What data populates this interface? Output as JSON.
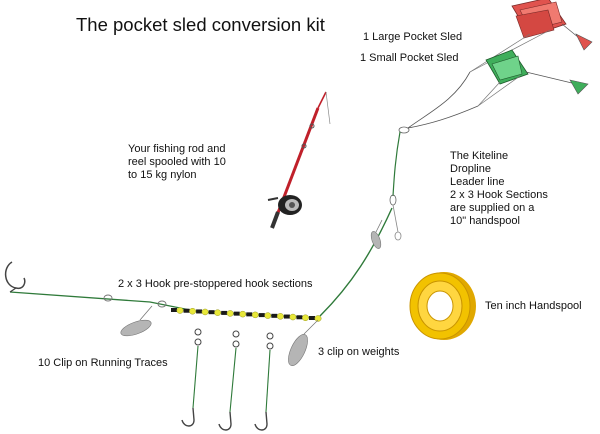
{
  "title": "The pocket sled conversion kit",
  "labels": {
    "large_sled": "1 Large Pocket Sled",
    "small_sled": "1 Small Pocket Sled",
    "rod_lines": [
      "Your fishing rod and",
      "reel spooled with 10",
      "to 15 kg nylon"
    ],
    "kiteline_lines": [
      "The Kiteline",
      "Dropline",
      "Leader line",
      "2 x 3 Hook Sections",
      "are supplied on a",
      "10\" handspool"
    ],
    "hook_sections": "2 x 3 Hook pre-stoppered hook sections",
    "handspool": "Ten inch Handspool",
    "weights": "3 clip on weights",
    "traces": "10 Clip on Running Traces"
  },
  "colors": {
    "line_green": "#2f7a3a",
    "sled_red": "#e0534e",
    "sled_green": "#3fae5b",
    "rod_red": "#c0202a",
    "bead_yellow": "#e8e83a",
    "spool_yellow": "#f2c200",
    "metal_grey": "#9a9a9a"
  }
}
